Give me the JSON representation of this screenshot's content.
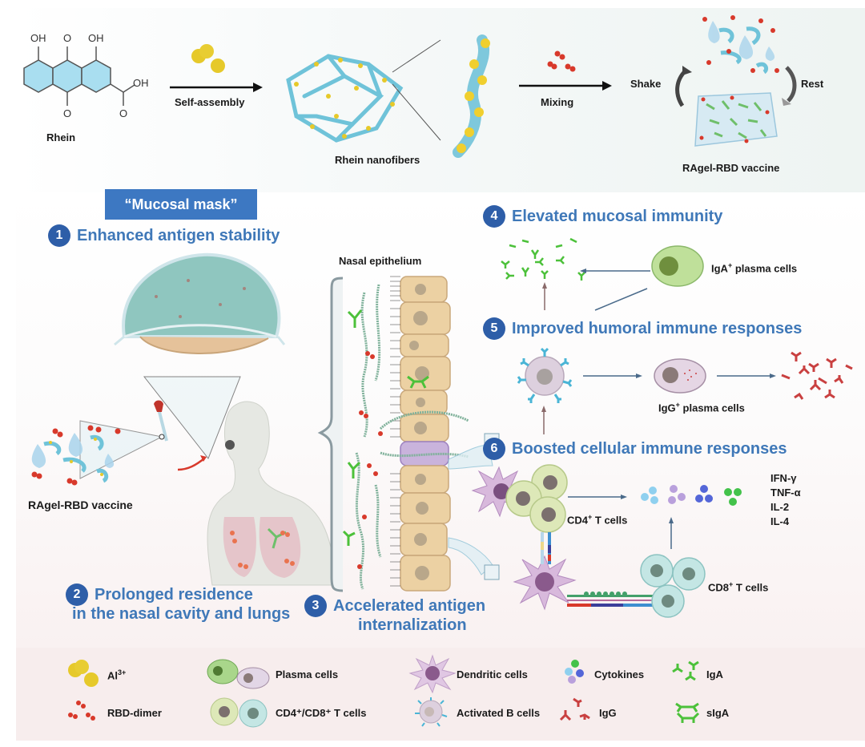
{
  "synthesis": {
    "rhein_label": "Rhein",
    "rhein_structure_labels": {
      "oh_left": "OH",
      "o_top": "O",
      "oh_right": "OH",
      "cooh_oh": "OH",
      "o_bottom": "O",
      "cooh_o": "O"
    },
    "self_assembly_label": "Self-assembly",
    "nanofibers_label": "Rhein nanofibers",
    "mixing_label": "Mixing",
    "shake_label": "Shake",
    "rest_label": "Rest",
    "vaccine_label": "RAgel-RBD vaccine"
  },
  "mask_banner": "“Mucosal mask”",
  "steps": [
    {
      "num": "1",
      "text": "Enhanced antigen stability"
    },
    {
      "num": "2",
      "line1": "Prolonged residence",
      "line2": "in the nasal cavity and lungs"
    },
    {
      "num": "3",
      "line1": "Accelerated antigen",
      "line2": "internalization"
    },
    {
      "num": "4",
      "text": "Elevated mucosal immunity"
    },
    {
      "num": "5",
      "text": "Improved humoral immune responses"
    },
    {
      "num": "6",
      "text": "Boosted cellular immune responses"
    }
  ],
  "labels": {
    "vaccine_left": "RAgel-RBD vaccine",
    "nasal_epithelium": "Nasal epithelium",
    "iga_plasma": "IgA",
    "iga_plasma_suffix": " plasma cells",
    "igg_plasma": "IgG",
    "igg_plasma_suffix": " plasma cells",
    "cd4": "CD4",
    "cd4_suffix": " T cells",
    "cd8": "CD8",
    "cd8_suffix": " T cells",
    "plus": "+"
  },
  "cytokines": [
    "IFN-γ",
    "TNF-α",
    "IL-2",
    "IL-4"
  ],
  "legend": [
    {
      "key": "al3",
      "label": "Al",
      "sup": "3+"
    },
    {
      "key": "rbd",
      "label": "RBD-dimer"
    },
    {
      "key": "plasma",
      "label": "Plasma cells"
    },
    {
      "key": "tcells",
      "label": "CD4⁺/CD8⁺ T cells"
    },
    {
      "key": "dendritic",
      "label": "Dendritic cells"
    },
    {
      "key": "bcells",
      "label": "Activated B cells"
    },
    {
      "key": "cytokines",
      "label": "Cytokines"
    },
    {
      "key": "igg",
      "label": "IgG"
    },
    {
      "key": "iga",
      "label": "IgA"
    },
    {
      "key": "siga",
      "label": "sIgA"
    }
  ],
  "colors": {
    "step_text": "#3f78b8",
    "step_badge": "#2e5ea8",
    "banner": "#3d78c2",
    "al3": "#e6c92a",
    "rbd": "#d8392b",
    "iga": "#4cc13a",
    "igg": "#c94040",
    "bcell_receptor": "#4ab5d6"
  }
}
